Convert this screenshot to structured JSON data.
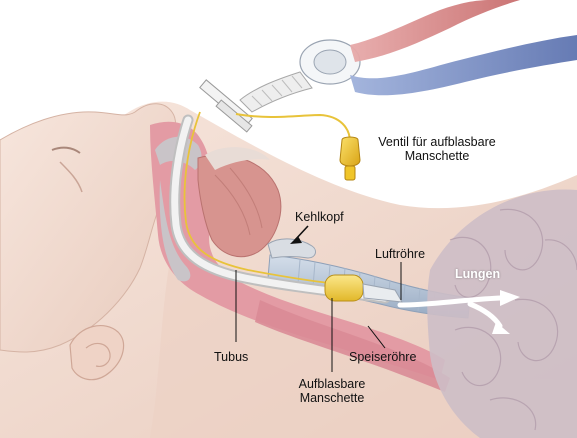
{
  "labels": {
    "ventil_line1": "Ventil für aufblasbare",
    "ventil_line2": "Manschette",
    "kehlkopf": "Kehlkopf",
    "luftroehre": "Luftröhre",
    "lungen": "Lungen",
    "tubus": "Tubus",
    "speiseroehre": "Speiseröhre",
    "manschette_line1": "Aufblasbare",
    "manschette_line2": "Manschette"
  },
  "colors": {
    "skin": "#f2ddd3",
    "skin_shadow": "#e2c2b4",
    "mouth": "#d9838f",
    "tissue_pink": "#e6a8ae",
    "tongue": "#d89a95",
    "trachea_blue": "#b9c9dc",
    "lungs": "#cdbfc8",
    "tube": "#eeeeee",
    "cuff_yellow": "#f3d24a",
    "valve_yellow": "#f0c52a",
    "hose_blue": "#7f95c8",
    "hose_red": "#d98b8b",
    "arrow": "#ffffff"
  }
}
